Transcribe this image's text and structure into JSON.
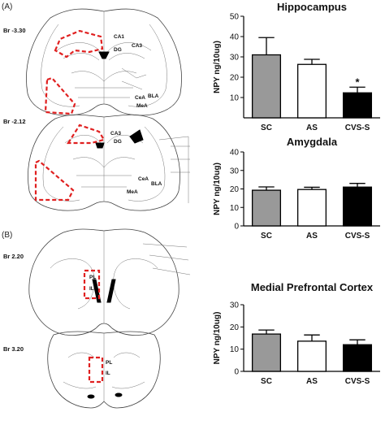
{
  "panels": {
    "a_label": "(A)",
    "b_label": "(B)"
  },
  "brain": {
    "sections": [
      {
        "bregma": "Br -3.30",
        "regions": [
          "CA1",
          "CA3",
          "DG",
          "CeA",
          "BLA",
          "MeA"
        ]
      },
      {
        "bregma": "Br -2.12",
        "regions": [
          "CA3",
          "DG",
          "CeA",
          "BLA",
          "MeA"
        ]
      },
      {
        "bregma": "Br 2.20",
        "regions": [
          "PL",
          "IL"
        ]
      },
      {
        "bregma": "Br 3.20",
        "regions": [
          "PL",
          "IL"
        ]
      }
    ],
    "highlight_color": "#e02020"
  },
  "chart_data": [
    {
      "type": "bar",
      "title": "Hippocampus",
      "ylabel": "NPY ng/10ug)",
      "categories": [
        "SC",
        "AS",
        "CVS-S"
      ],
      "values": [
        31,
        26.3,
        12.3
      ],
      "errors": [
        8.5,
        2.5,
        2.8
      ],
      "colors": [
        "#999999",
        "#ffffff",
        "#000000"
      ],
      "ylim": [
        0,
        50
      ],
      "yticks": [
        10,
        20,
        30,
        40,
        50
      ],
      "annotations": [
        {
          "category": "CVS-S",
          "text": "*"
        }
      ]
    },
    {
      "type": "bar",
      "title": "Amygdala",
      "ylabel": "NPY ng/10ug)",
      "categories": [
        "SC",
        "AS",
        "CVS-S"
      ],
      "values": [
        19.3,
        19.7,
        21
      ],
      "errors": [
        1.8,
        1.2,
        2
      ],
      "colors": [
        "#999999",
        "#ffffff",
        "#000000"
      ],
      "ylim": [
        0,
        40
      ],
      "yticks": [
        0,
        10,
        20,
        30,
        40
      ],
      "annotations": []
    },
    {
      "type": "bar",
      "title": "Medial Prefrontal Cortex",
      "ylabel": "NPY ng/10ug)",
      "categories": [
        "SC",
        "AS",
        "CVS-S"
      ],
      "values": [
        16.8,
        13.6,
        12
      ],
      "errors": [
        1.8,
        2.8,
        2.2
      ],
      "colors": [
        "#999999",
        "#ffffff",
        "#000000"
      ],
      "ylim": [
        0,
        30
      ],
      "yticks": [
        0,
        10,
        20,
        30
      ],
      "annotations": []
    }
  ]
}
